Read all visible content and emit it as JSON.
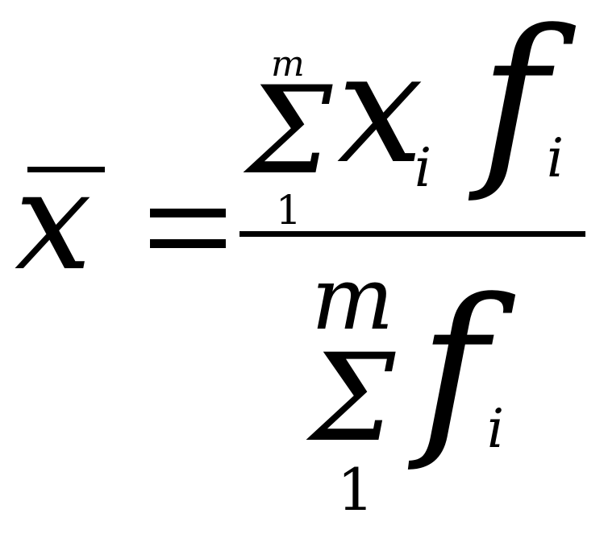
{
  "formula": {
    "lhs": {
      "variable": "x"
    },
    "equals": "=",
    "numerator": {
      "sum_symbol": "Σ",
      "upper_limit": "m",
      "lower_limit": "1",
      "term_1": "x",
      "term_1_subscript": "i",
      "term_2": "f",
      "term_2_subscript": "i"
    },
    "denominator": {
      "sum_symbol": "Σ",
      "upper_limit": "m",
      "lower_limit": "1",
      "term": "f",
      "term_subscript": "i"
    }
  }
}
